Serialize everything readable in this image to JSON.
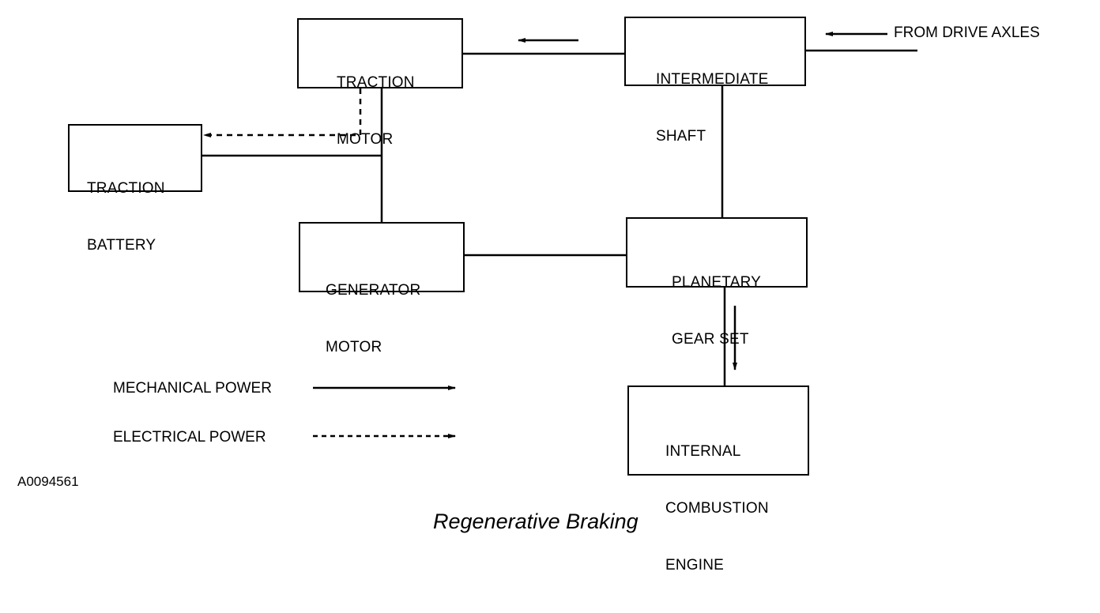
{
  "diagram": {
    "title": "Regenerative Braking",
    "figure_id": "A0094561",
    "external_input": "FROM DRIVE AXLES",
    "nodes": [
      {
        "id": "traction-motor",
        "lines": [
          "TRACTION",
          "MOTOR"
        ]
      },
      {
        "id": "intermediate-shaft",
        "lines": [
          "INTERMEDIATE",
          "SHAFT"
        ]
      },
      {
        "id": "traction-battery",
        "lines": [
          "TRACTION",
          "BATTERY"
        ]
      },
      {
        "id": "generator-motor",
        "lines": [
          "GENERATOR",
          "MOTOR"
        ]
      },
      {
        "id": "planetary-gear-set",
        "lines": [
          "PLANETARY",
          "GEAR SET"
        ]
      },
      {
        "id": "internal-combustion-engine",
        "lines": [
          "INTERNAL",
          "COMBUSTION",
          "ENGINE"
        ]
      }
    ],
    "connections": [
      {
        "from": "drive-axles",
        "to": "intermediate-shaft",
        "type": "mechanical",
        "flow_arrow": true
      },
      {
        "from": "intermediate-shaft",
        "to": "traction-motor",
        "type": "mechanical",
        "flow_arrow": true
      },
      {
        "from": "traction-motor",
        "to": "traction-battery",
        "type": "electrical",
        "flow_arrow": true
      },
      {
        "from": "traction-motor",
        "to": "generator-motor",
        "type": "electrical-link",
        "flow_arrow": false
      },
      {
        "from": "traction-battery",
        "to": "traction-motor-generator-bus",
        "type": "electrical-link",
        "flow_arrow": false
      },
      {
        "from": "intermediate-shaft",
        "to": "planetary-gear-set",
        "type": "mechanical",
        "flow_arrow": false
      },
      {
        "from": "generator-motor",
        "to": "planetary-gear-set",
        "type": "mechanical",
        "flow_arrow": false
      },
      {
        "from": "planetary-gear-set",
        "to": "internal-combustion-engine",
        "type": "mechanical",
        "flow_arrow": true
      }
    ],
    "legend": [
      {
        "label": "MECHANICAL POWER",
        "style": "solid"
      },
      {
        "label": "ELECTRICAL POWER",
        "style": "dashed"
      }
    ]
  }
}
